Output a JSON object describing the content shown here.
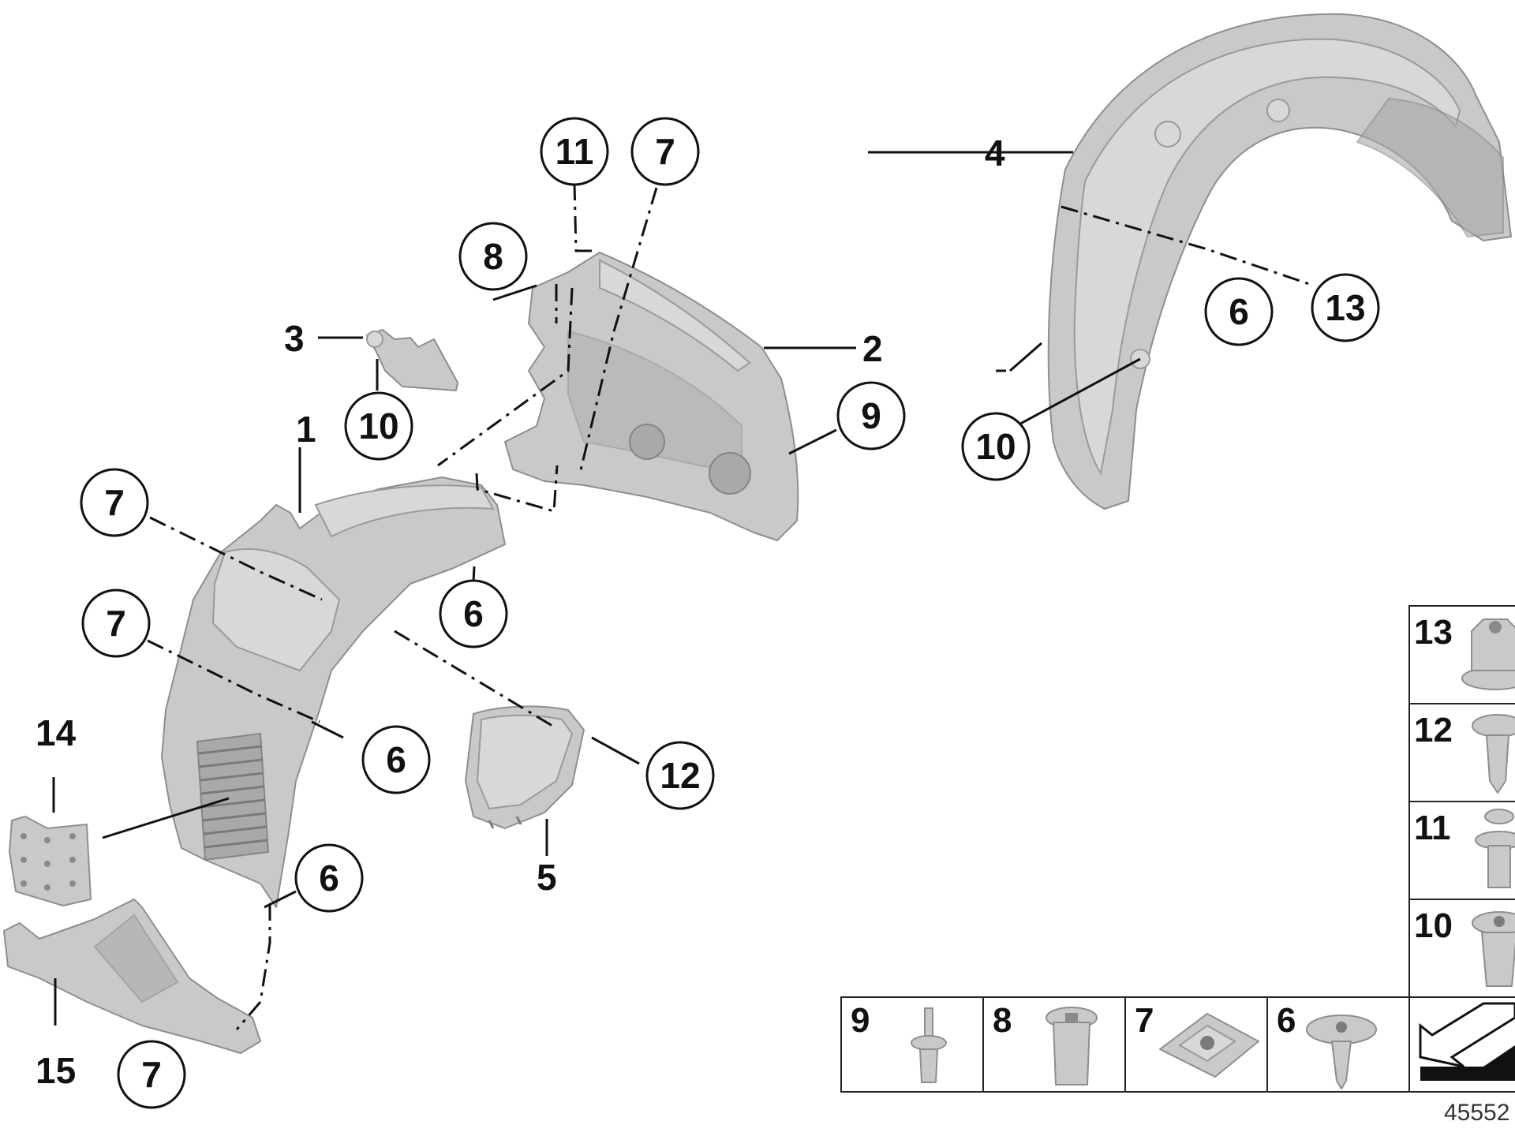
{
  "diagram_number": "45552",
  "colors": {
    "part_fill": "#c9c9c9",
    "part_stroke": "#8e8e8e",
    "line": "#111111",
    "background": "#ffffff"
  },
  "plain_labels": {
    "1": "1",
    "2": "2",
    "3": "3",
    "4": "4",
    "5": "5",
    "14": "14",
    "15": "15"
  },
  "callouts": {
    "c11": "11",
    "c7_top": "7",
    "c8": "8",
    "c10_left": "10",
    "c9": "9",
    "c7_a": "7",
    "c7_b": "7",
    "c6_a": "6",
    "c6_b": "6",
    "c12": "12",
    "c6_c": "6",
    "c7_bottom": "7",
    "c6_right": "6",
    "c13": "13",
    "c10_right": "10"
  },
  "legend": {
    "vertical": [
      "13",
      "12",
      "11",
      "10"
    ],
    "horizontal": [
      "9",
      "8",
      "7",
      "6"
    ]
  }
}
